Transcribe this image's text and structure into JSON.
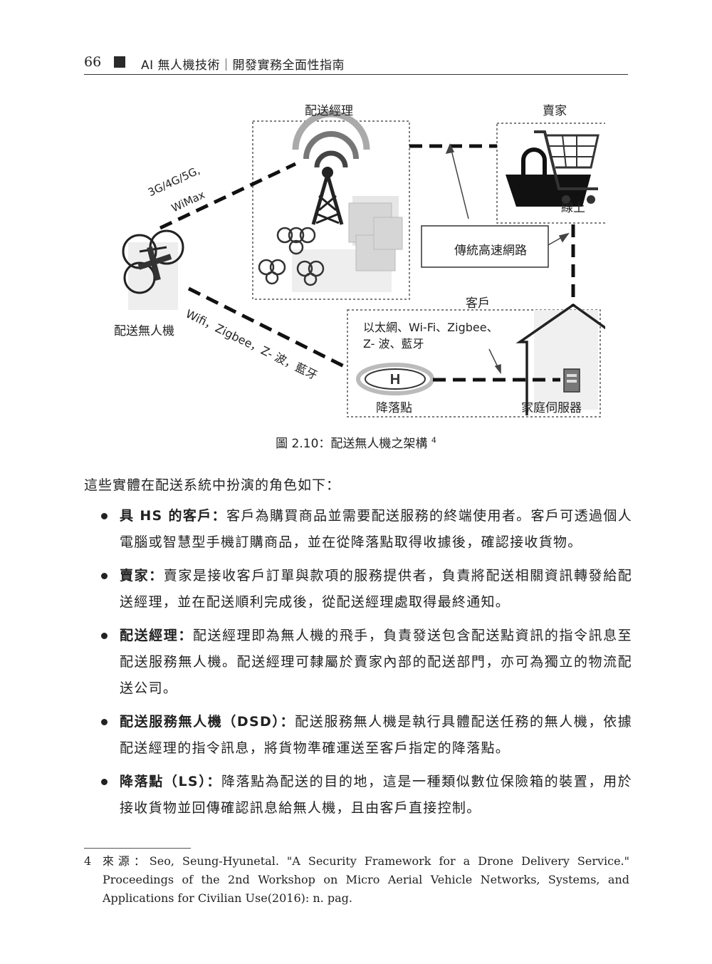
{
  "header": {
    "page_number": "66",
    "book_title": "AI 無人機技術｜開發實務全面性指南"
  },
  "figure": {
    "labels": {
      "delivery_manager": "配送經理",
      "seller": "賣家",
      "online": "線上",
      "traditional_network": "傳統高速網路",
      "customer": "客戶",
      "customer_protocols_line1": "以太網、Wi-Fi、Zigbee、",
      "customer_protocols_line2": "Z- 波、藍牙",
      "cellular_line1": "3G/4G/5G,",
      "cellular_line2": "WiMax",
      "drone": "配送無人機",
      "short_range": "Wifi，Zigbee，Z- 波，藍牙",
      "landing_spot": "降落點",
      "home_server": "家庭伺服器"
    },
    "caption": "圖 2.10：配送無人機之架構",
    "caption_ref": "4"
  },
  "intro": "這些實體在配送系統中扮演的角色如下：",
  "bullets": [
    {
      "term": "具 HS 的客戶：",
      "text": "客戶為購買商品並需要配送服務的終端使用者。客戶可透過個人電腦或智慧型手機訂購商品，並在從降落點取得收據後，確認接收貨物。"
    },
    {
      "term": "賣家：",
      "text": "賣家是接收客戶訂單與款項的服務提供者，負責將配送相關資訊轉發給配送經理，並在配送順利完成後，從配送經理處取得最終通知。"
    },
    {
      "term": "配送經理：",
      "text": "配送經理即為無人機的飛手，負責發送包含配送點資訊的指令訊息至配送服務無人機。配送經理可隸屬於賣家內部的配送部門，亦可為獨立的物流配送公司。"
    },
    {
      "term": "配送服務無人機（DSD）：",
      "text": "配送服務無人機是執行具體配送任務的無人機，依據配送經理的指令訊息，將貨物準確運送至客戶指定的降落點。"
    },
    {
      "term": "降落點（LS）：",
      "text": "降落點為配送的目的地，這是一種類似數位保險箱的裝置，用於接收貨物並回傳確認訊息給無人機，且由客戶直接控制。"
    }
  ],
  "footnote": {
    "number": "4",
    "text": "來源：Seo, Seung-Hyunetal. \"A Security Framework for a Drone Delivery Service.\" Proceedings of the 2nd Workshop on Micro Aerial Vehicle Networks, Systems, and Applications for Civilian Use(2016): n. pag."
  }
}
